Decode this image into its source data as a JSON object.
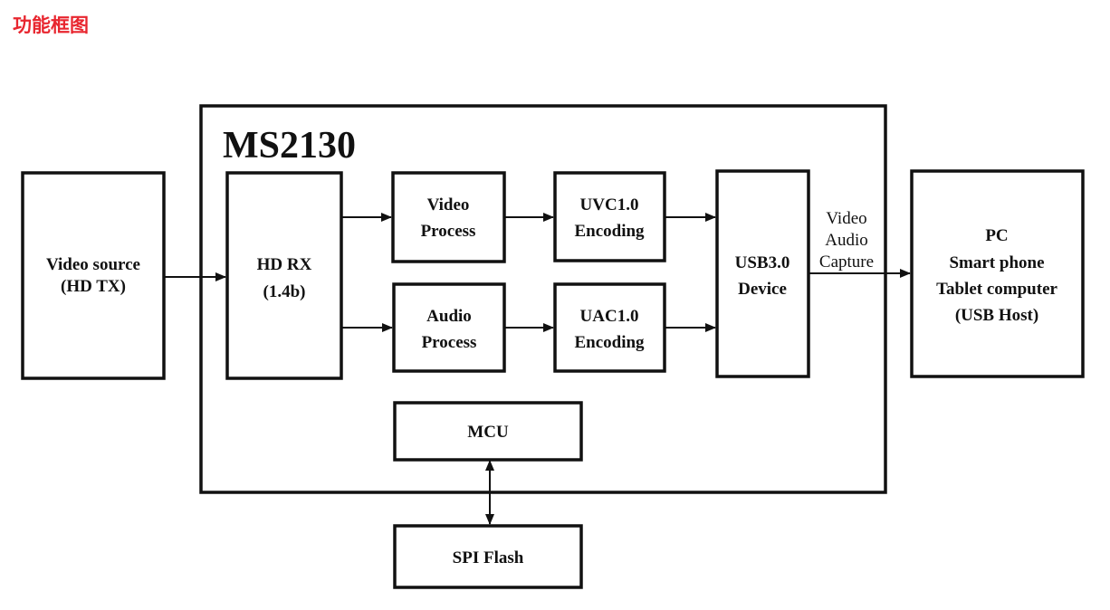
{
  "page": {
    "title": "功能框图",
    "title_color": "#e8262f"
  },
  "diagram": {
    "chip_name": "MS2130",
    "blocks": {
      "video_source": {
        "lines": [
          "Video source",
          "(HD TX)"
        ]
      },
      "hd_rx": {
        "lines": [
          "HD RX",
          "(1.4b)"
        ]
      },
      "video_process": {
        "lines": [
          "Video",
          "Process"
        ]
      },
      "audio_process": {
        "lines": [
          "Audio",
          "Process"
        ]
      },
      "uvc_encoding": {
        "lines": [
          "UVC1.0",
          "Encoding"
        ]
      },
      "uac_encoding": {
        "lines": [
          "UAC1.0",
          "Encoding"
        ]
      },
      "usb_device": {
        "lines": [
          "USB3.0",
          "Device"
        ]
      },
      "usb_host": {
        "lines": [
          "PC",
          "Smart phone",
          "Tablet computer",
          "(USB Host)"
        ]
      },
      "mcu": {
        "lines": [
          "MCU"
        ]
      },
      "spi_flash": {
        "lines": [
          "SPI Flash"
        ]
      }
    },
    "output_label": [
      "Video",
      "Audio",
      "Capture"
    ],
    "connections": [
      {
        "from": "video_source",
        "to": "hd_rx",
        "type": "arrow"
      },
      {
        "from": "hd_rx",
        "to": "video_process",
        "type": "arrow"
      },
      {
        "from": "hd_rx",
        "to": "audio_process",
        "type": "arrow"
      },
      {
        "from": "video_process",
        "to": "uvc_encoding",
        "type": "arrow"
      },
      {
        "from": "audio_process",
        "to": "uac_encoding",
        "type": "arrow"
      },
      {
        "from": "uvc_encoding",
        "to": "usb_device",
        "type": "arrow"
      },
      {
        "from": "uac_encoding",
        "to": "usb_device",
        "type": "arrow"
      },
      {
        "from": "usb_device",
        "to": "usb_host",
        "type": "arrow"
      },
      {
        "from": "mcu",
        "to": "spi_flash",
        "type": "bidirectional"
      }
    ]
  }
}
